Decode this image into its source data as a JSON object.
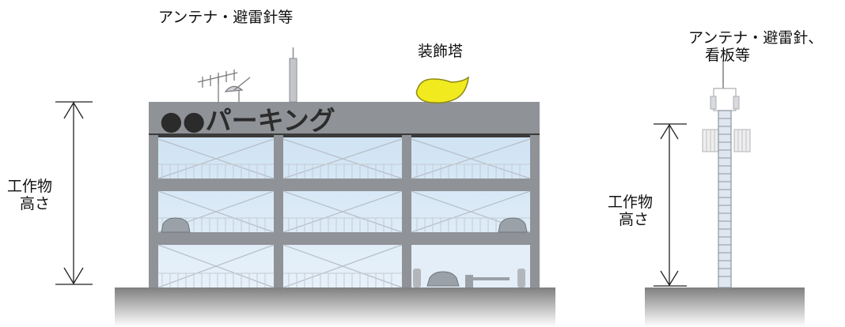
{
  "labels": {
    "left_top_equipment": "アンテナ・避雷針等",
    "decorative_tower": "装飾塔",
    "left_height_line1": "工作物",
    "left_height_line2": "高さ",
    "right_top_line1": "アンテナ・避雷針、",
    "right_top_line2": "看板等",
    "right_height_line1": "工作物",
    "right_height_line2": "高さ"
  },
  "sign": {
    "text": "●●パーキング"
  },
  "colors": {
    "ground": "#9a9a9a",
    "building_frame": "#8c8f94",
    "glass": "#d6e8f6",
    "ornament": "#f1ea1e",
    "line": "#222222"
  }
}
